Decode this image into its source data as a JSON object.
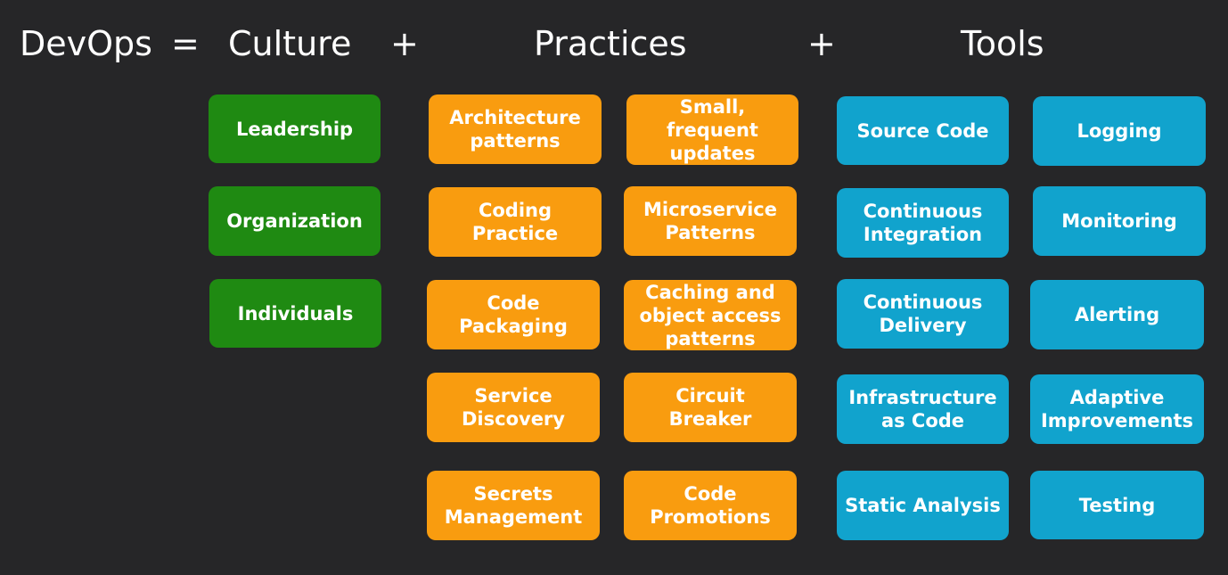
{
  "heading": {
    "devops": "DevOps",
    "equals": "=",
    "culture": "Culture",
    "plus1": "+",
    "practices": "Practices",
    "plus2": "+",
    "tools": "Tools"
  },
  "colors": {
    "background": "#262628",
    "culture": "#1f8a12",
    "practices": "#f99c0f",
    "tools": "#11a3cd"
  },
  "culture": [
    "Leadership",
    "Organization",
    "Individuals"
  ],
  "practices_left": [
    "Architecture\npatterns",
    "Coding\nPractice",
    "Code\nPackaging",
    "Service\nDiscovery",
    "Secrets\nManagement"
  ],
  "practices_right": [
    "Small,\nfrequent\nupdates",
    "Microservice\nPatterns",
    "Caching and\nobject access\npatterns",
    "Circuit\nBreaker",
    "Code\nPromotions"
  ],
  "tools_left": [
    "Source Code",
    "Continuous\nIntegration",
    "Continuous\nDelivery",
    "Infrastructure\nas Code",
    "Static Analysis"
  ],
  "tools_right": [
    "Logging",
    "Monitoring",
    "Alerting",
    "Adaptive\nImprovements",
    "Testing"
  ]
}
